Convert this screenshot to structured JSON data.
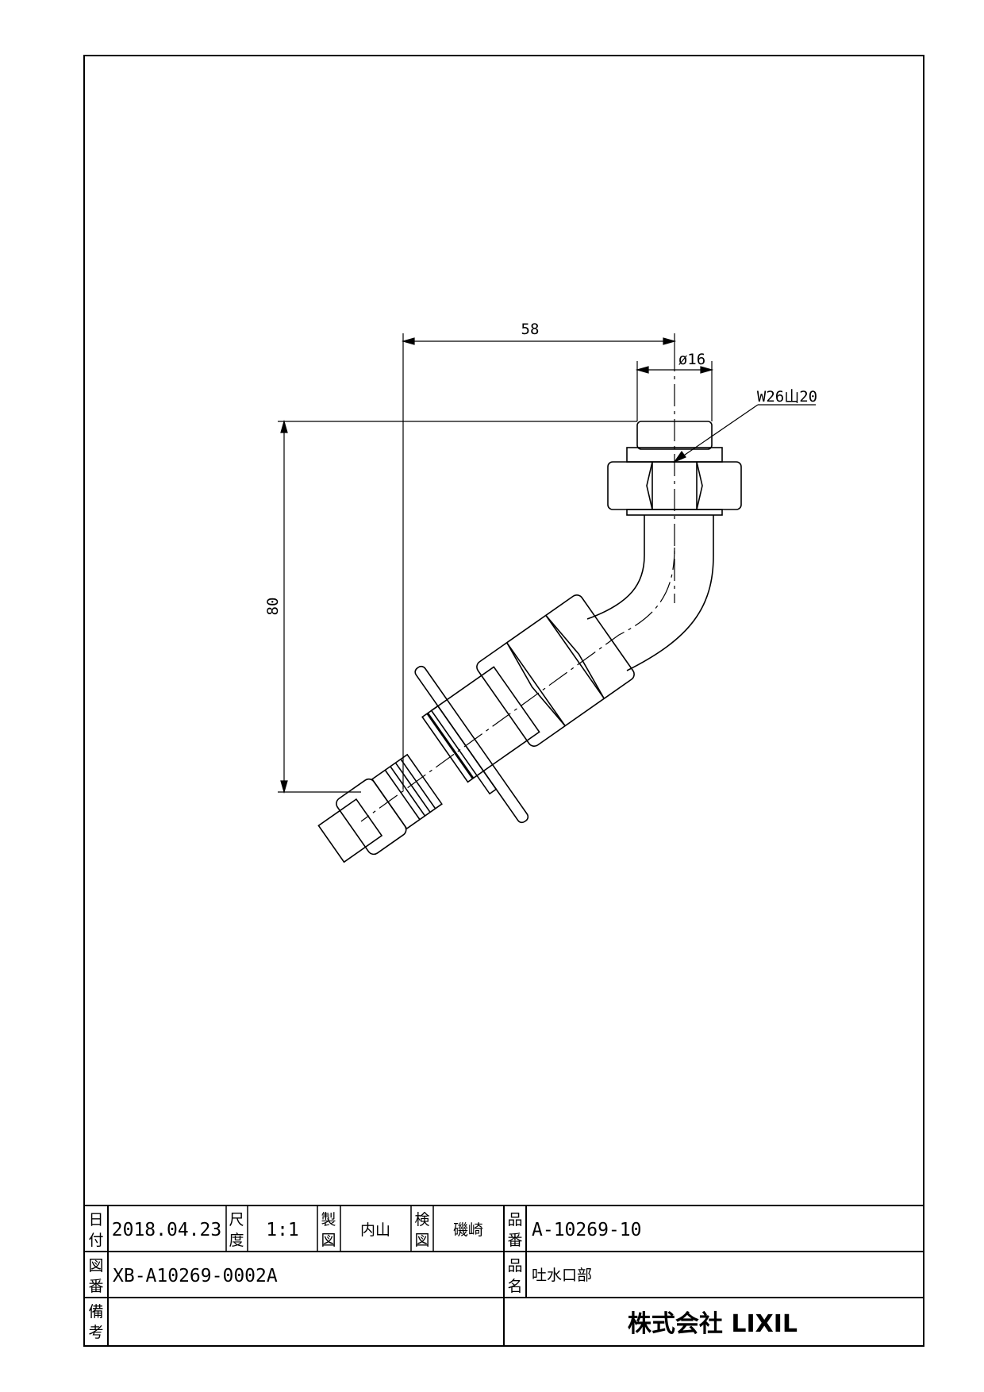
{
  "drawing": {
    "dimensions": {
      "width_58": "58",
      "diameter_16": "ø16",
      "thread_callout": "W26山20",
      "height_80": "80"
    }
  },
  "title_block": {
    "date_label": [
      "日",
      "付"
    ],
    "date_value": "2018.04.23",
    "scale_label": [
      "尺",
      "度"
    ],
    "scale_value": "1:1",
    "drawn_label": [
      "製",
      "図"
    ],
    "drawn_value": "内山",
    "checked_label": [
      "検",
      "図"
    ],
    "checked_value": "磯崎",
    "part_no_label": [
      "品",
      "番"
    ],
    "part_no_value": "A-10269-10",
    "drawing_no_label": [
      "図",
      "番"
    ],
    "drawing_no_value": "XB-A10269-0002A",
    "part_name_label": [
      "品",
      "名"
    ],
    "part_name_value": "吐水口部",
    "remarks_label": [
      "備",
      "考"
    ],
    "company": "株式会社 LIXIL"
  }
}
